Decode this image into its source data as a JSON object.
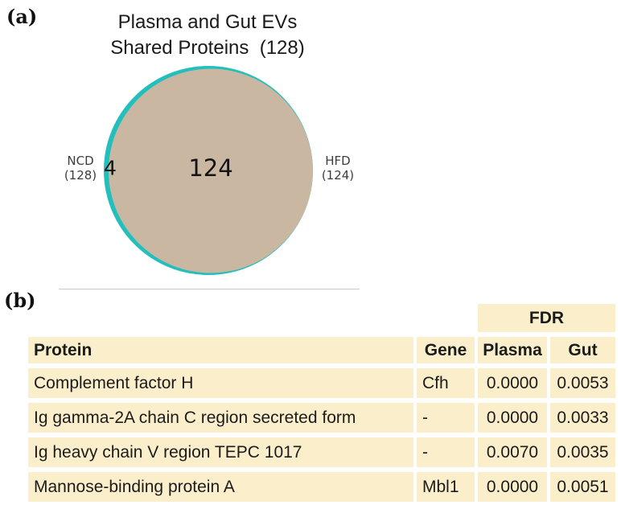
{
  "panel_a": {
    "label": "(a)",
    "title_line1": "Plasma and Gut EVs",
    "title_line2": "Shared Proteins  (128)",
    "venn": {
      "left_set_name": "NCD",
      "left_set_total": "(128)",
      "right_set_name": "HFD",
      "right_set_total": "(124)",
      "left_only_count": "4",
      "shared_count": "124"
    }
  },
  "panel_b": {
    "label": "(b)",
    "table": {
      "group_header": "FDR",
      "col_protein": "Protein",
      "col_gene": "Gene",
      "col_plasma": "Plasma",
      "col_gut": "Gut",
      "rows": [
        {
          "protein": "Complement factor H",
          "gene": "Cfh",
          "plasma": "0.0000",
          "gut": "0.0053"
        },
        {
          "protein": "Ig gamma-2A chain C region secreted form",
          "gene": "-",
          "plasma": "0.0000",
          "gut": "0.0033"
        },
        {
          "protein": "Ig heavy chain V region TEPC 1017",
          "gene": "-",
          "plasma": "0.0070",
          "gut": "0.0035"
        },
        {
          "protein": "Mannose-binding protein A",
          "gene": "Mbl1",
          "plasma": "0.0000",
          "gut": "0.0051"
        }
      ]
    }
  },
  "colors": {
    "ncd_circle": "#22BFBC",
    "hfd_circle_fill": "#C9B7A2",
    "table_cell_bg": "#FBEFCB"
  },
  "chart_data": [
    {
      "type": "venn",
      "title": "Plasma and Gut EVs Shared Proteins (128)",
      "sets": [
        {
          "label": "NCD",
          "total": 128,
          "color": "#22BFBC"
        },
        {
          "label": "HFD",
          "total": 124,
          "color": "#C9B7A2"
        }
      ],
      "regions": {
        "NCD_only": 4,
        "shared": 124
      },
      "layout": "nearly-complete-overlap, HFD fill covers NCD circle except thin left crescent"
    },
    {
      "type": "table",
      "group_header": {
        "label": "FDR",
        "spans": [
          "Plasma",
          "Gut"
        ]
      },
      "columns": [
        "Protein",
        "Gene",
        "Plasma",
        "Gut"
      ],
      "rows": [
        [
          "Complement factor H",
          "Cfh",
          0.0,
          0.0053
        ],
        [
          "Ig gamma-2A chain C region secreted form",
          "-",
          0.0,
          0.0033
        ],
        [
          "Ig heavy chain V region TEPC 1017",
          "-",
          0.007,
          0.0035
        ],
        [
          "Mannose-binding protein A",
          "Mbl1",
          0.0,
          0.0051
        ]
      ]
    }
  ]
}
